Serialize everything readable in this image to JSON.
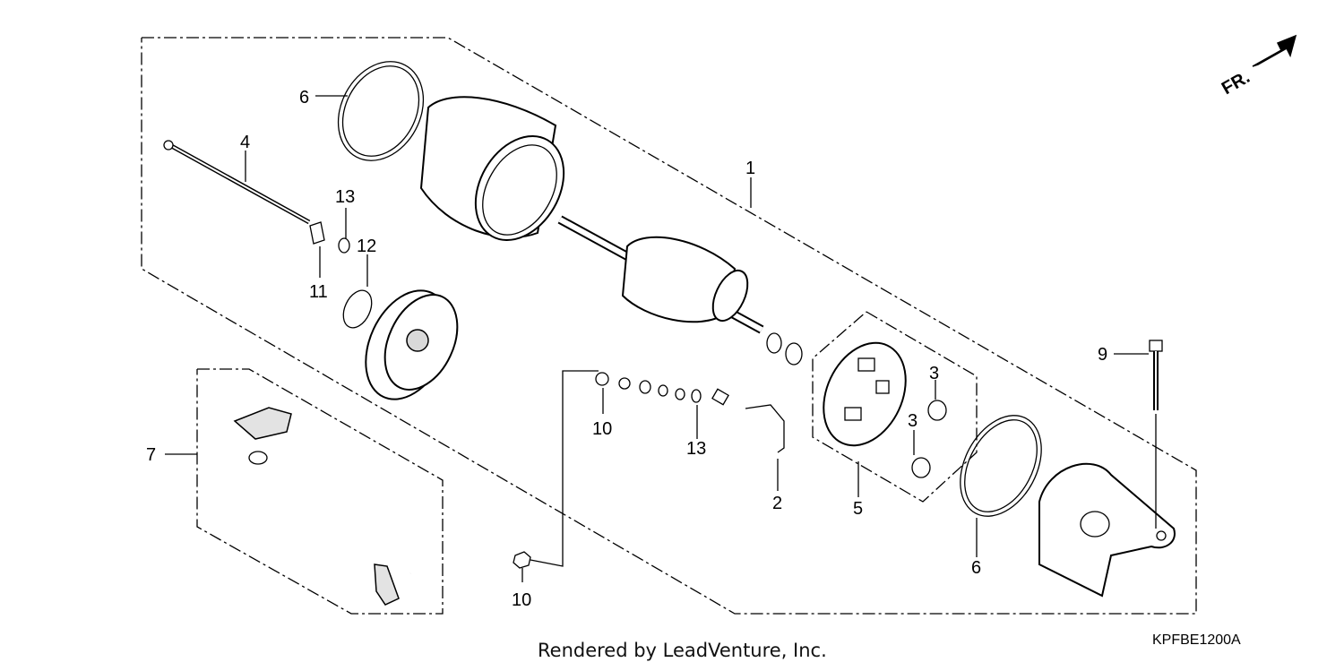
{
  "direction_marker": "FR.",
  "callouts": {
    "c1": "1",
    "c2": "2",
    "c3a": "3",
    "c3b": "3",
    "c4": "4",
    "c5": "5",
    "c6a": "6",
    "c6b": "6",
    "c7": "7",
    "c9": "9",
    "c10a": "10",
    "c10b": "10",
    "c11": "11",
    "c12": "12",
    "c13a": "13",
    "c13b": "13"
  },
  "footer_text": "Rendered by LeadVenture, Inc.",
  "diagram_code": "KPFBE1200A"
}
